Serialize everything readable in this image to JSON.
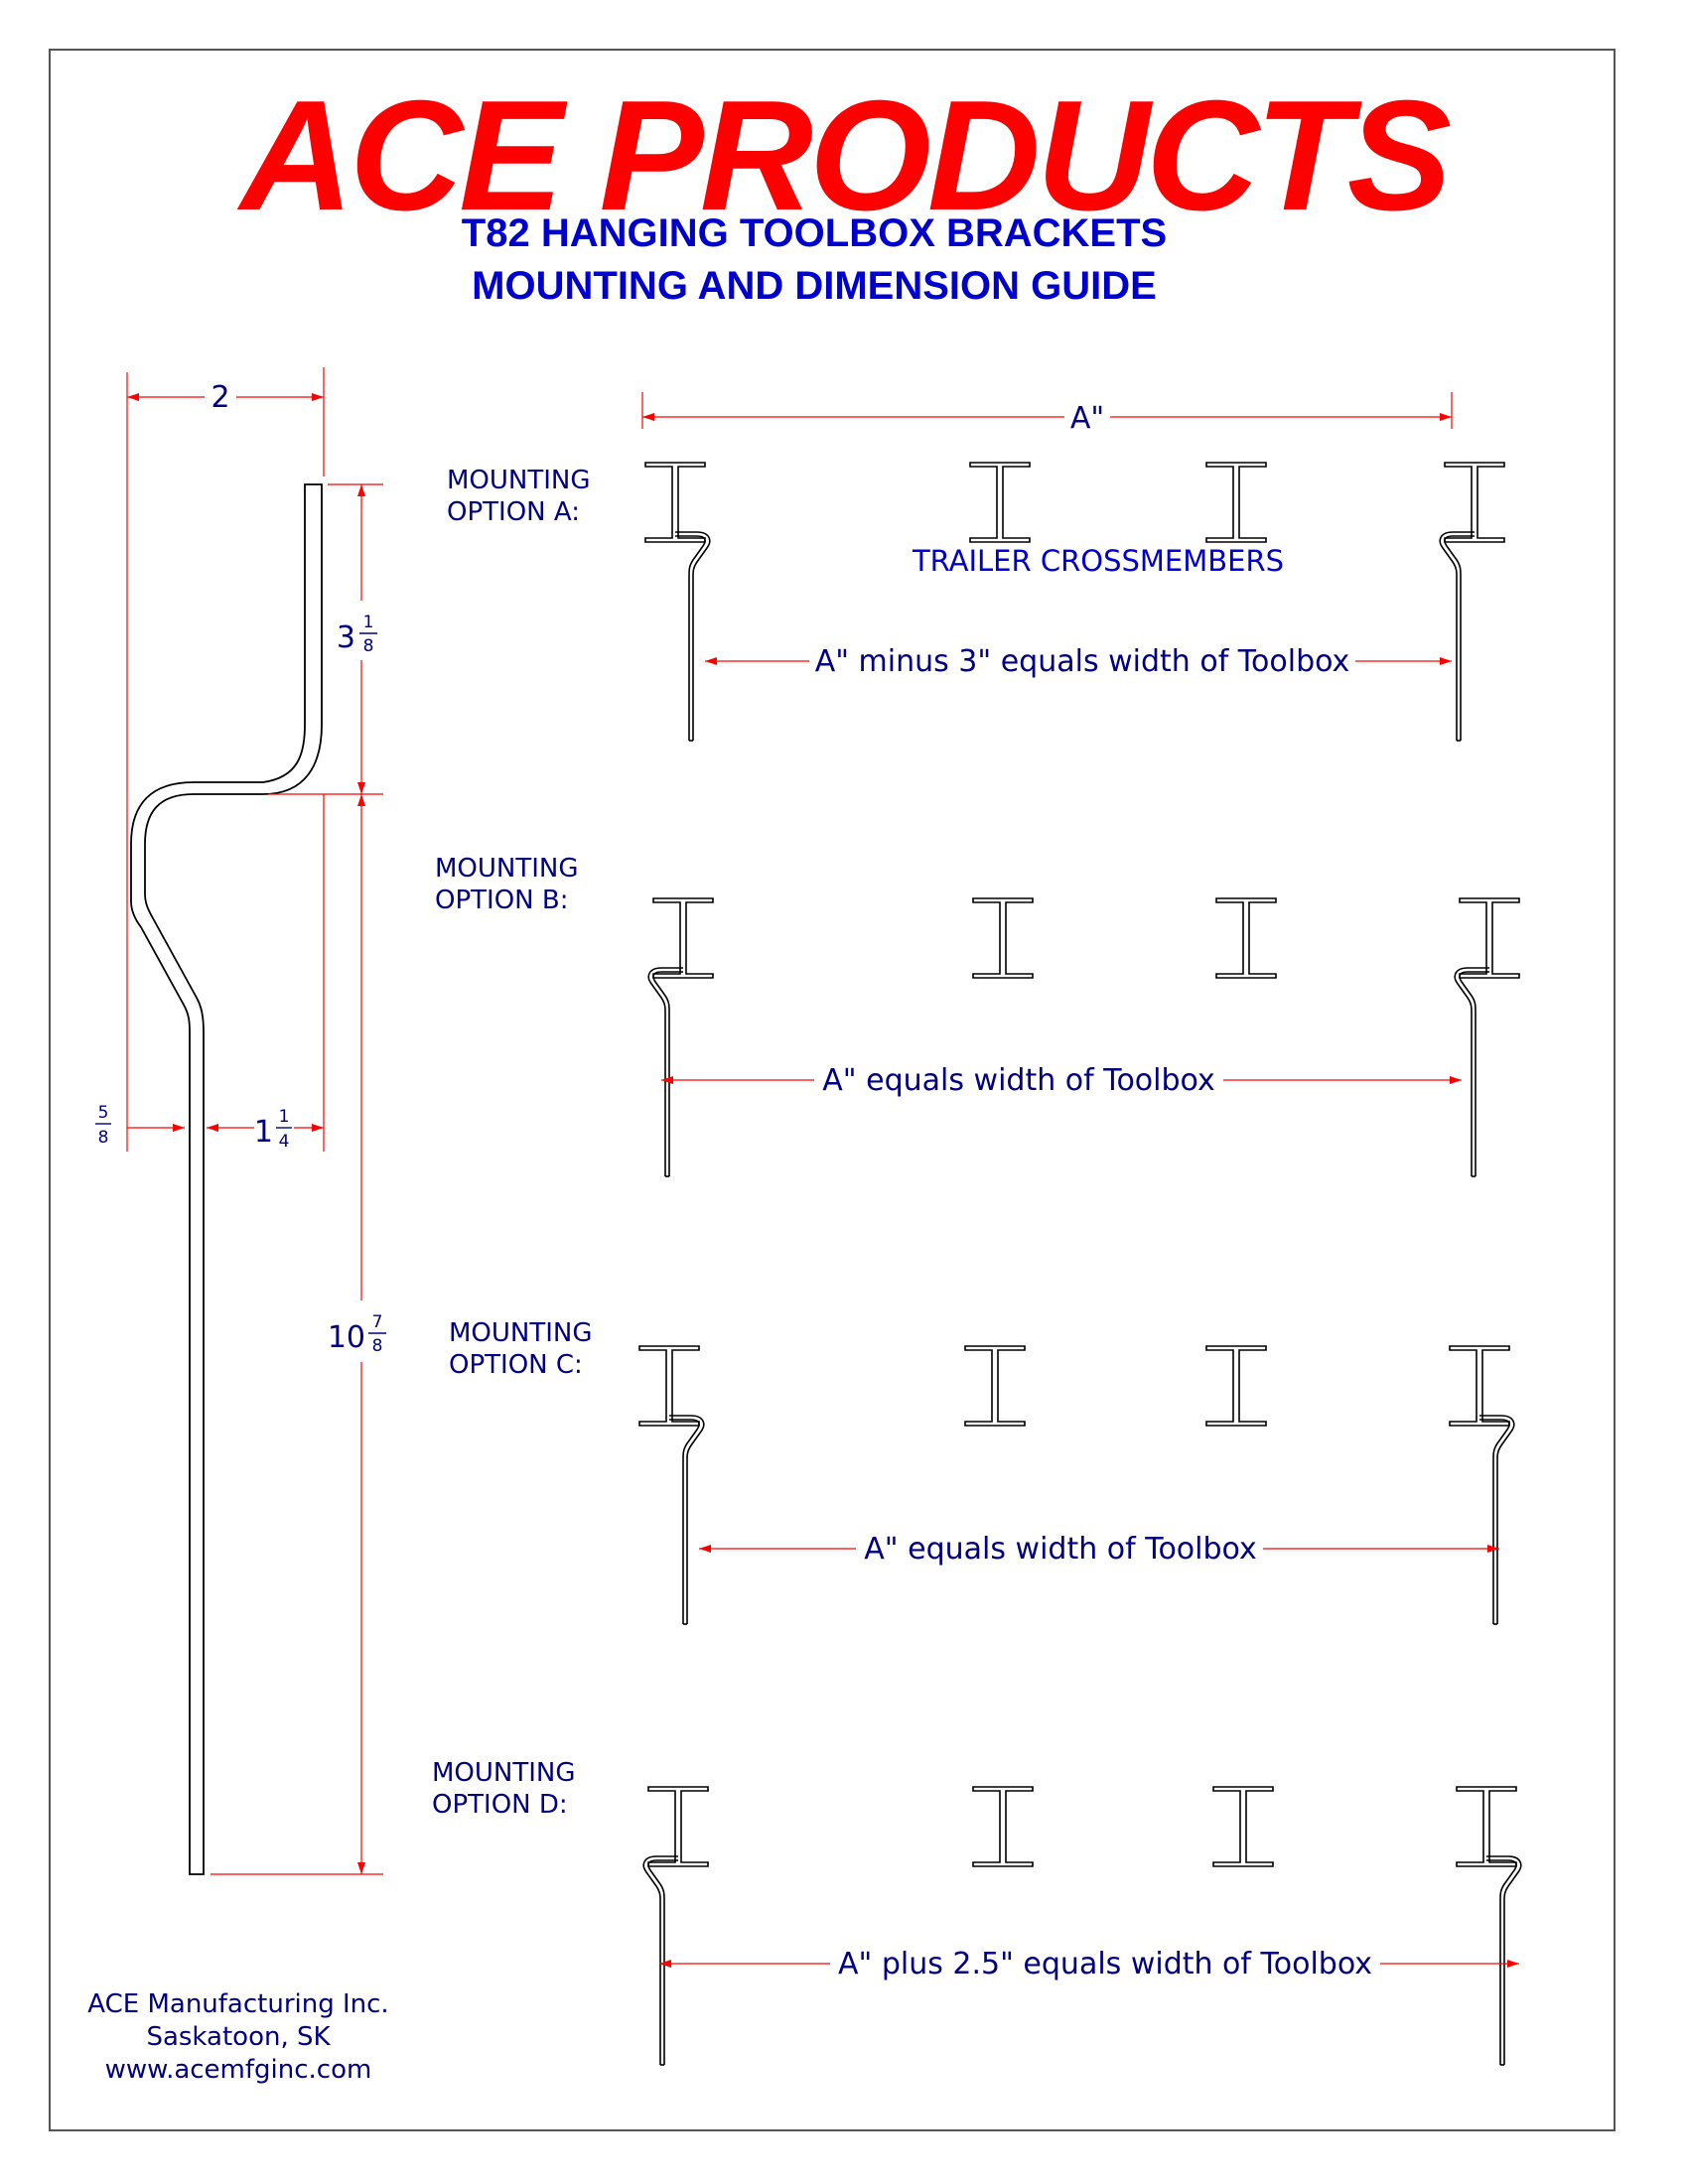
{
  "header": {
    "title": "ACE PRODUCTS",
    "subtitle_1": "T82 HANGING TOOLBOX BRACKETS",
    "subtitle_2": "MOUNTING AND DIMENSION GUIDE"
  },
  "bracket_dimensions": {
    "top_width": "2",
    "upper_height_whole": "3",
    "upper_height_num": "1",
    "upper_height_den": "8",
    "lower_height_whole": "10",
    "lower_height_num": "7",
    "lower_height_den": "8",
    "left_offset_num": "5",
    "left_offset_den": "8",
    "right_offset_whole": "1",
    "right_offset_num": "1",
    "right_offset_den": "4"
  },
  "options": [
    {
      "label_line1": "MOUNTING",
      "label_line2": "OPTION A:",
      "note": "A\" minus 3\" equals width of Toolbox"
    },
    {
      "label_line1": "MOUNTING",
      "label_line2": "OPTION B:",
      "note": "A\" equals width of Toolbox"
    },
    {
      "label_line1": "MOUNTING",
      "label_line2": "OPTION C:",
      "note": "A\" equals width of Toolbox"
    },
    {
      "label_line1": "MOUNTING",
      "label_line2": "OPTION D:",
      "note": "A\" plus 2.5\" equals width of Toolbox"
    }
  ],
  "span_label": "A\"",
  "crossmembers_label": "TRAILER CROSSMEMBERS",
  "footer": {
    "company": "ACE Manufacturing Inc.",
    "city": "Saskatoon, SK",
    "website": "www.acemfginc.com"
  },
  "colors": {
    "title": "#ff0000",
    "subtitle": "#0000cc",
    "dimension_lines": "#ff0000",
    "annotation_text": "#000080",
    "parts": "#000000",
    "crossmember_label": "#0000cc"
  }
}
